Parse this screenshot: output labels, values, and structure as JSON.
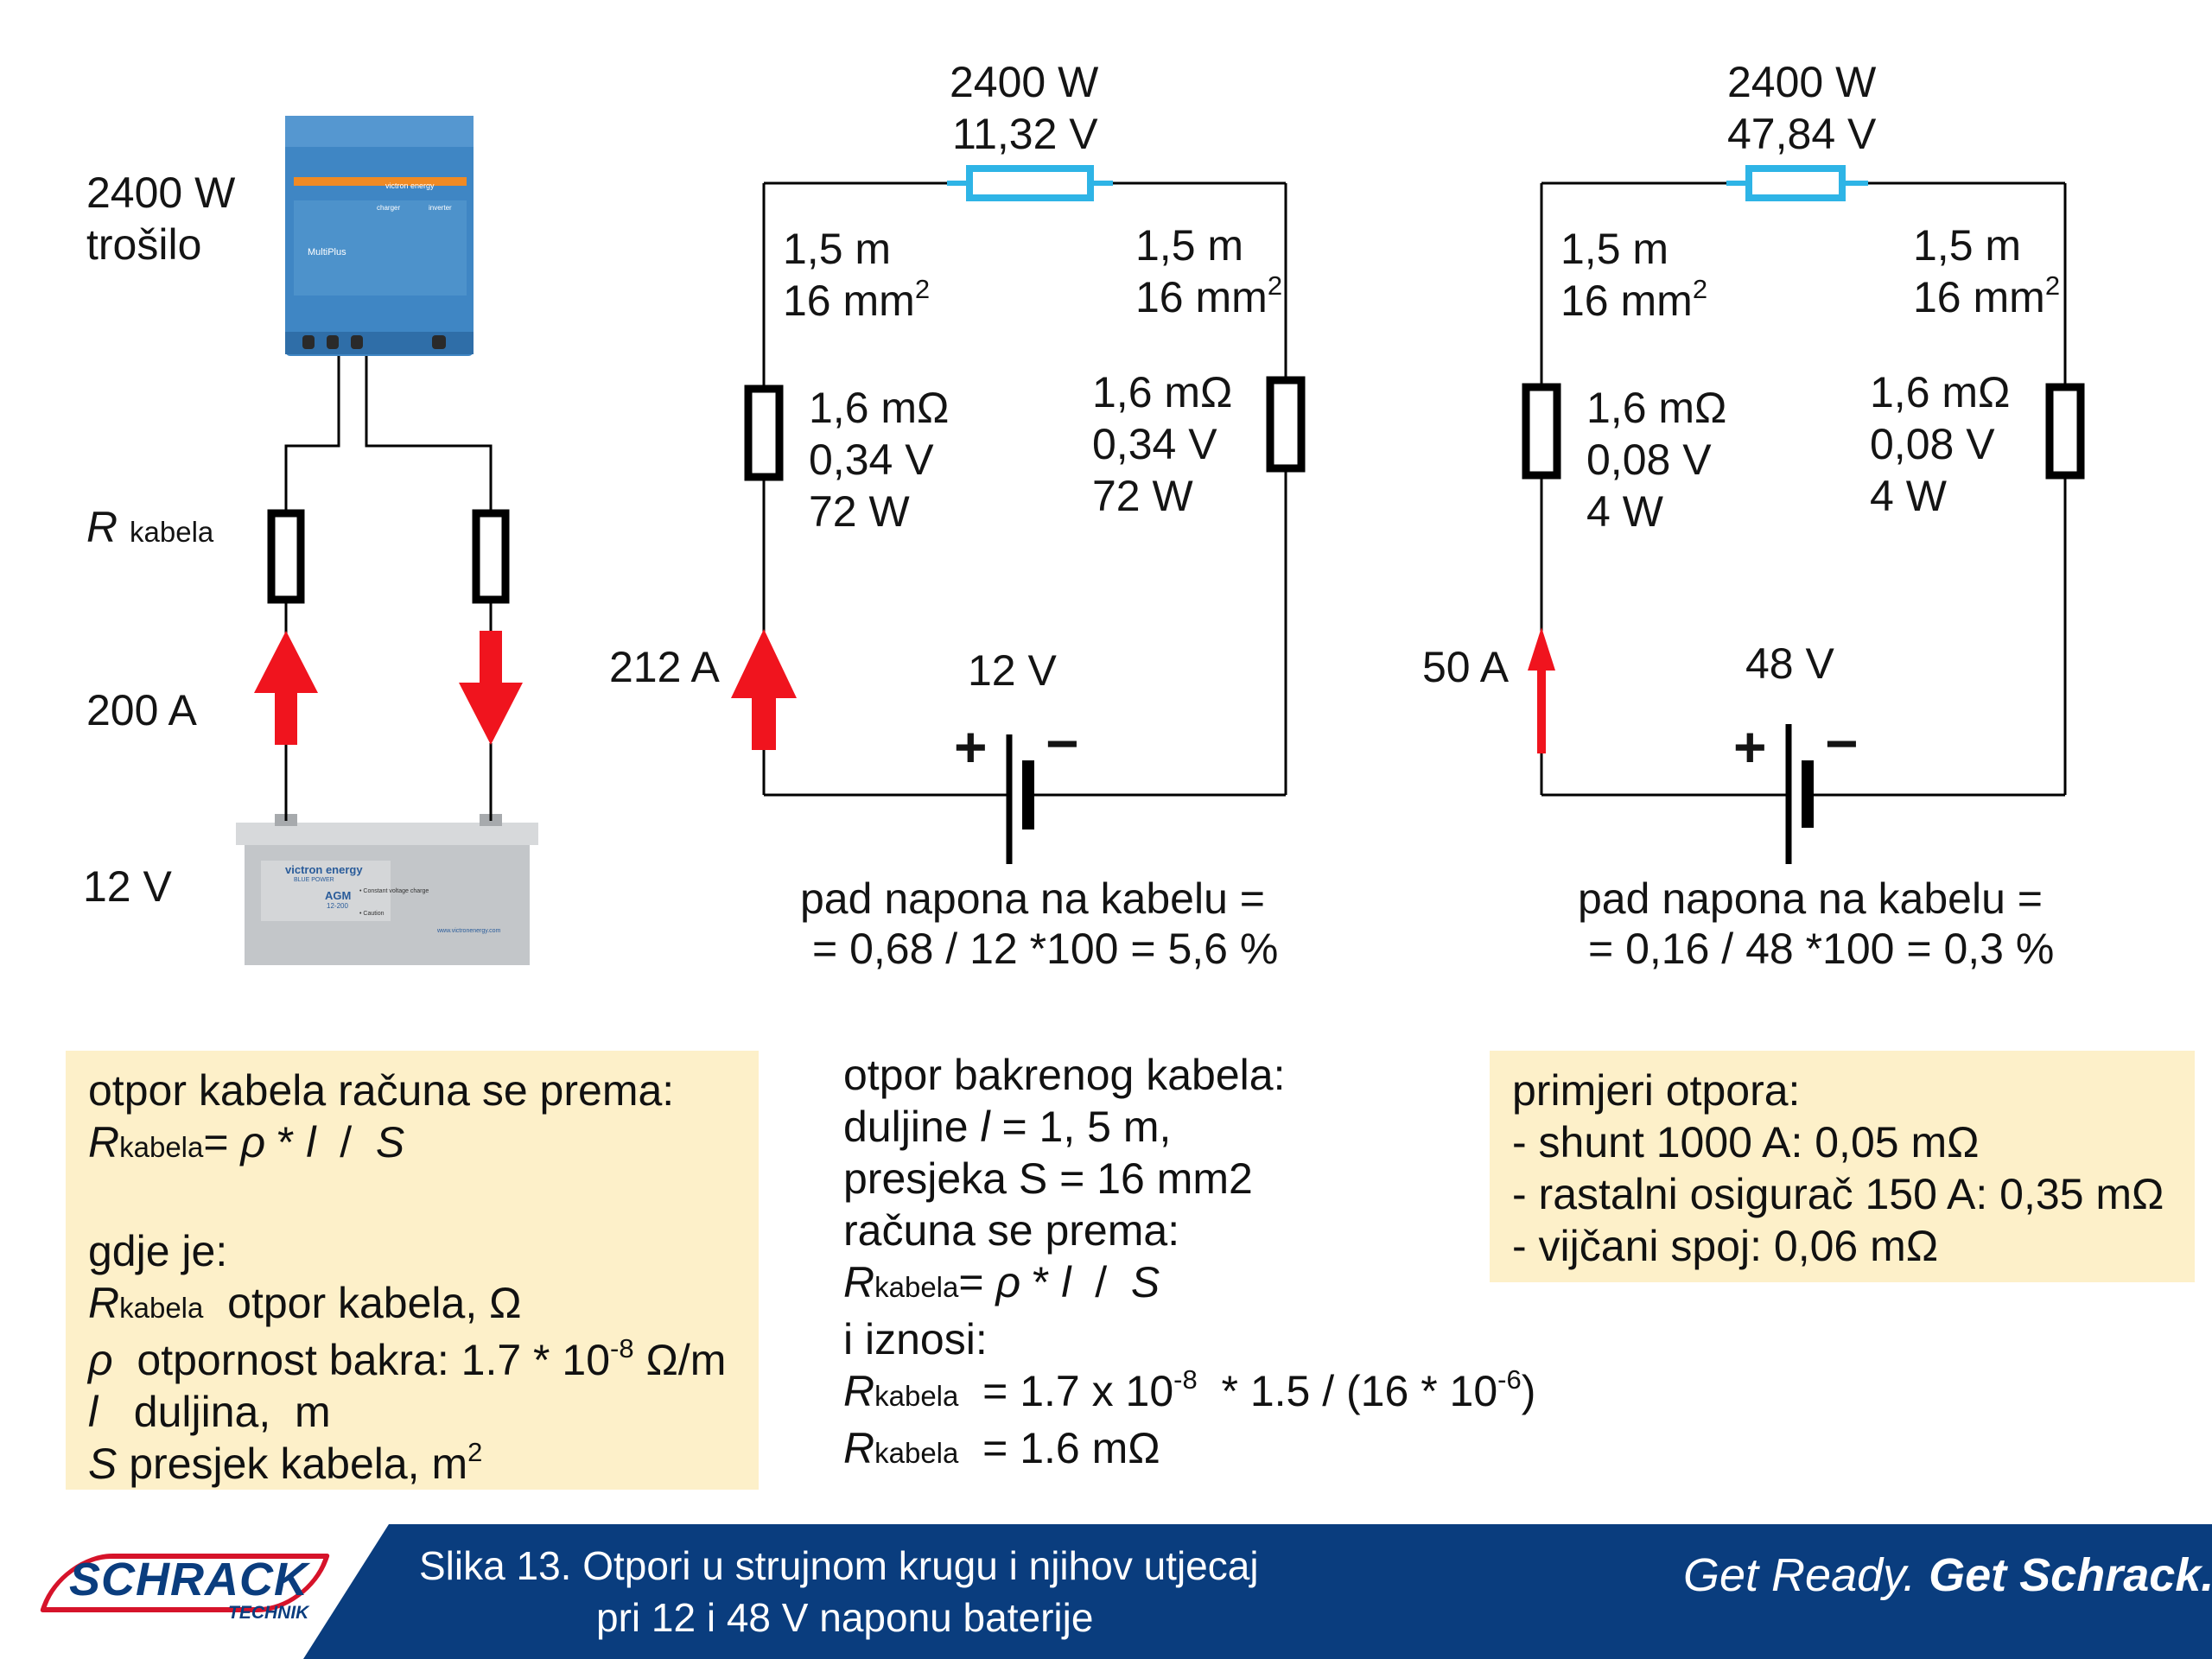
{
  "load": {
    "label_line1": "2400 W",
    "label_line2": "trošilo"
  },
  "inverter": {
    "brand": "victron energy",
    "model": "MultiPlus",
    "col1": "charger",
    "col2": "inverter"
  },
  "battery": {
    "brand": "victron energy",
    "brand_sub": "BLUE POWER",
    "badge": "AGM",
    "badge_sub": "12-200",
    "lines": [
      "• Constant voltage charge",
      "• Caution"
    ],
    "url": "www.victronenergy.com"
  },
  "left_labels": {
    "r": "R",
    "kabela": "kabela",
    "current": "200 A",
    "voltage": "12 V"
  },
  "circuit12": {
    "load_power": "2400 W",
    "load_voltage": "11,32 V",
    "left_len": "1,5 m",
    "left_area": "16 mm",
    "right_len": "1,5 m",
    "right_area": "16 mm",
    "sup2": "2",
    "r_left": [
      "1,6 mΩ",
      "0,34 V",
      "72 W"
    ],
    "r_right": [
      "1,6 mΩ",
      "0,34 V",
      "72 W"
    ],
    "current": "212 A",
    "batt_voltage": "12 V",
    "plus": "+",
    "minus": "−",
    "drop_line1": "pad napona na kabelu =",
    "drop_line2": "= 0,68 / 12 *100 = 5,6 %"
  },
  "circuit48": {
    "load_power": "2400 W",
    "load_voltage": "47,84 V",
    "left_len": "1,5 m",
    "left_area": "16 mm",
    "right_len": "1,5 m",
    "right_area": "16 mm",
    "sup2": "2",
    "r_left": [
      "1,6 mΩ",
      "0,08 V",
      "4 W"
    ],
    "r_right": [
      "1,6 mΩ",
      "0,08 V",
      "4 W"
    ],
    "current": "50 A",
    "batt_voltage": "48 V",
    "plus": "+",
    "minus": "−",
    "drop_line1": "pad napona na kabelu =",
    "drop_line2": "= 0,16 / 48 *100 = 0,3 %"
  },
  "note_left": {
    "l1": "otpor kabela računa se prema:",
    "l2_r": "R",
    "l2_sub": "kabela",
    "l2_eq": "= ",
    "l2_rho": "ρ",
    "l2_mid": " * ",
    "l2_l": "l",
    "l2_div": "  /  ",
    "l2_s": "S",
    "l3": "gdje je:",
    "l4_r": "R",
    "l4_sub": "kabela",
    "l4_text": "  otpor kabela, Ω",
    "l5_rho": "ρ",
    "l5_text": "  otpornost bakra: 1.7 * 10",
    "l5_exp": "-8",
    "l5_unit": " Ω/m",
    "l6_l": "l",
    "l6_text": "   duljina,  m",
    "l7_s": "S",
    "l7_text": " presjek kabela, m",
    "l7_exp": "2"
  },
  "note_mid": {
    "l1": "otpor bakrenog kabela:",
    "l2_a": "duljine ",
    "l2_l": "l",
    "l2_b": " = 1, 5 m,",
    "l3": "presjeka S = 16 mm2",
    "l4": "računa se prema:",
    "l5_r": "R",
    "l5_sub": "kabela",
    "l5_eq": "= ",
    "l5_rho": "ρ",
    "l5_mid": " * ",
    "l5_l": "l",
    "l5_div": "  /  ",
    "l5_s": "S",
    "l6": "i iznosi:",
    "l7_r": "R",
    "l7_sub": "kabela",
    "l7_a": "  = 1.7 x 10",
    "l7_e1": "-8",
    "l7_b": "  * 1.5 / (16 * 10",
    "l7_e2": "-6",
    "l7_c": ")",
    "l8_r": "R",
    "l8_sub": "kabela",
    "l8_a": "  = 1.6 mΩ"
  },
  "note_right": {
    "l1": "primjeri otpora:",
    "l2": "- shunt 1000 A: 0,05 mΩ",
    "l3": "- rastalni osigurač 150 A: 0,35 mΩ",
    "l4": "- vijčani spoj: 0,06 mΩ"
  },
  "footer": {
    "logo_main": "SCHRACK",
    "logo_sub": "TECHNIK",
    "caption_line1": "Slika 13. Otpori u strujnom krugu i njihov utjecaj",
    "caption_line2": "pri 12 i 48 V naponu baterije",
    "slogan_a": "Get Ready. ",
    "slogan_b": "Get Schrack."
  },
  "colors": {
    "footer_blue": "#0a3d7e",
    "note_bg": "#fdf0c9",
    "arrow_red": "#f0141e",
    "load_resistor": "#2eb4e6",
    "inverter_blue": "#3f86c4",
    "logo_red": "#d6132a"
  }
}
